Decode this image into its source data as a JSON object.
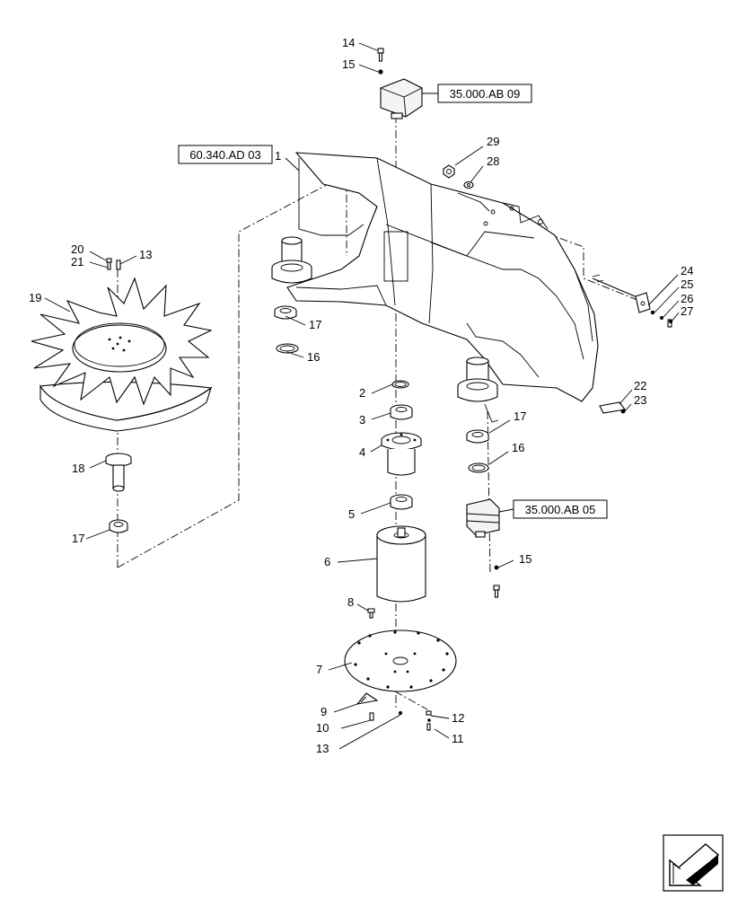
{
  "references": [
    {
      "id": "ref-a",
      "text": "35.000.AB 09"
    },
    {
      "id": "ref-b",
      "text": "60.340.AD 03"
    },
    {
      "id": "ref-c",
      "text": "35.000.AB 05"
    }
  ],
  "callouts": [
    "14",
    "15",
    "1",
    "29",
    "28",
    "20",
    "13",
    "21",
    "19",
    "17",
    "16",
    "24",
    "25",
    "26",
    "27",
    "2",
    "3",
    "22",
    "23",
    "17",
    "4",
    "16",
    "18",
    "17",
    "5",
    "6",
    "15",
    "8",
    "7",
    "9",
    "12",
    "10",
    "11",
    "13"
  ],
  "icons": {
    "corner": "navigation-arrow-icon"
  }
}
